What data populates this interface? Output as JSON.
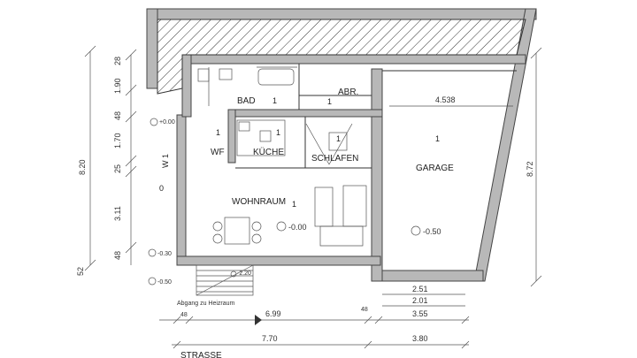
{
  "rooms": {
    "bad": "BAD",
    "abr": "ABR.",
    "wf": "WF",
    "kueche": "KÜCHE",
    "schlafen": "SCHLAFEN",
    "garage": "GARAGE",
    "wohnraum": "WOHNRAUM",
    "w1": "W 1",
    "room_numbers": {
      "bad": "1",
      "abr": "1",
      "wf": "1",
      "kueche": "1",
      "schlafen": "1",
      "garage": "1",
      "wohnraum": "1",
      "w1": "0"
    }
  },
  "levels": {
    "level_1": "+0.00",
    "level_2": "-0.00",
    "level_3": "-0.50",
    "level_4": "-0.30",
    "level_5": "-0.50",
    "level_6": "-2.20"
  },
  "dimensions": {
    "left": [
      "28",
      "1.90",
      "48",
      "1.70",
      "25",
      "3.11",
      "48",
      "52"
    ],
    "left_total": "8.20",
    "right_total": "8.72",
    "garage_width": "4.538",
    "garage_bottom_1": "2.51",
    "garage_bottom_2": "2.01",
    "bottom_1": [
      "48",
      "6.99",
      "48",
      "3.55"
    ],
    "bottom_2": [
      "7.70",
      "3.80"
    ]
  },
  "annotations": {
    "stair": "Abgang zu Heizraum",
    "street": "STRASSE"
  }
}
